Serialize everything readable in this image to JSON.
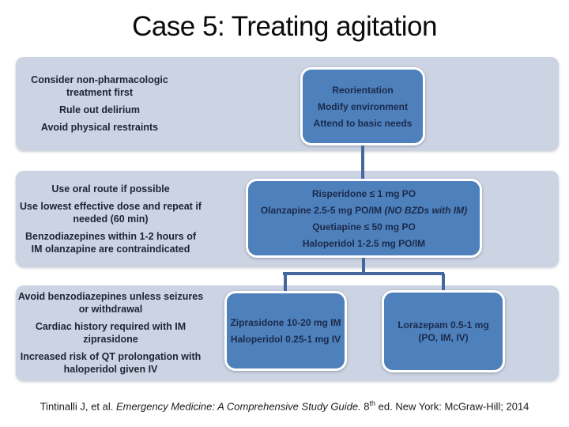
{
  "title": "Case 5: Treating agitation",
  "rows": [
    {
      "notes": [
        "Consider non-pharmacologic treatment first",
        "Rule out delirium",
        "Avoid physical restraints"
      ],
      "box": {
        "lines": [
          "Reorientation",
          "Modify environment",
          "Attend to basic needs"
        ]
      }
    },
    {
      "notes": [
        "Use oral route if possible",
        "Use lowest effective dose and repeat if needed (60 min)",
        "Benzodiazepines within 1-2 hours of IM olanzapine are contraindicated"
      ],
      "box": {
        "line1": "Risperidone ≤ 1 mg PO",
        "line2_prefix": "Olanzapine 2.5-5 mg PO/IM ",
        "line2_italic": "(NO BZDs with IM)",
        "line3": "Quetiapine ≤ 50 mg PO",
        "line4": "Haloperidol 1-2.5 mg PO/IM"
      }
    },
    {
      "notes": [
        "Avoid benzodiazepines unless seizures or withdrawal",
        "Cardiac history required with IM ziprasidone",
        "Increased risk of QT prolongation with haloperidol given IV"
      ],
      "box_left": {
        "lines": [
          "Ziprasidone 10-20 mg IM",
          "Haloperidol 0.25-1 mg IV"
        ]
      },
      "box_right": {
        "lines": [
          "Lorazepam 0.5-1 mg (PO, IM, IV)"
        ]
      }
    }
  ],
  "citation": {
    "prefix": "Tintinalli J, et al. ",
    "book_title": "Emergency Medicine: A Comprehensive Study Guide.",
    "edition_number": " 8",
    "edition_superscript": "th",
    "suffix": " ed. New York: McGraw-Hill; 2014"
  },
  "colors": {
    "band_background": "#ccd3e3",
    "box_fill": "#4e80bc",
    "box_border": "#ffffff",
    "connector": "#44689e",
    "notes_text": "#1d2433",
    "box_text": "#1b2a4a",
    "title_text": "#0b0b0b",
    "citation_text": "#1a1a1a"
  }
}
